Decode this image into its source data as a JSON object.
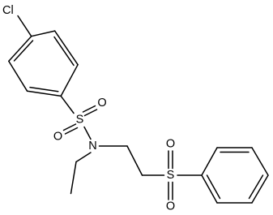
{
  "diagram": {
    "type": "chemical-structure",
    "atoms": {
      "chlorine": "Cl",
      "sulfonamide_sulfur": "S",
      "sulfonamide_oxygen_top": "O",
      "sulfonamide_oxygen_bottom": "O",
      "nitrogen": "N",
      "sulfonyl_sulfur": "S",
      "sulfonyl_oxygen_top": "O",
      "sulfonyl_oxygen_bottom": "O"
    },
    "colors": {
      "bond": "#000000",
      "label": "#000000",
      "background": "#ffffff"
    }
  }
}
